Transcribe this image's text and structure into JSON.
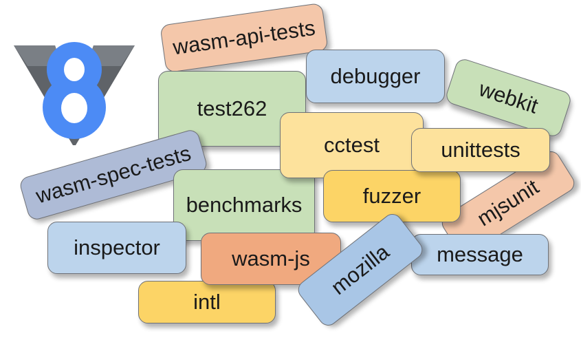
{
  "palette": {
    "salmon": "#f4c7aa",
    "peach": "#f0a97f",
    "blue": "#bcd4ec",
    "mid_blue": "#a9c6e6",
    "slate": "#aebbd6",
    "green": "#c8e0b8",
    "yellow": "#fde29c",
    "gold": "#fcd466",
    "logo_blue": "#4c8bf5",
    "logo_grey": "#5f6368"
  },
  "logo": {
    "icon": "v8-logo-icon"
  },
  "tags": [
    {
      "id": "wasm-api-tests",
      "label": "wasm-api-tests",
      "color": "#f4c7aa"
    },
    {
      "id": "debugger",
      "label": "debugger",
      "color": "#bcd4ec"
    },
    {
      "id": "webkit",
      "label": "webkit",
      "color": "#c8e0b8"
    },
    {
      "id": "test262",
      "label": "test262",
      "color": "#c8e0b8"
    },
    {
      "id": "cctest",
      "label": "cctest",
      "color": "#fde29c"
    },
    {
      "id": "unittests",
      "label": "unittests",
      "color": "#fde29c"
    },
    {
      "id": "wasm-spec-tests",
      "label": "wasm-spec-tests",
      "color": "#aebbd6"
    },
    {
      "id": "benchmarks",
      "label": "benchmarks",
      "color": "#c8e0b8"
    },
    {
      "id": "fuzzer",
      "label": "fuzzer",
      "color": "#fcd466"
    },
    {
      "id": "mjsunit",
      "label": "mjsunit",
      "color": "#f4c7aa"
    },
    {
      "id": "inspector",
      "label": "inspector",
      "color": "#bcd4ec"
    },
    {
      "id": "wasm-js",
      "label": "wasm-js",
      "color": "#f0a97f"
    },
    {
      "id": "message",
      "label": "message",
      "color": "#bcd4ec"
    },
    {
      "id": "mozilla",
      "label": "mozilla",
      "color": "#a9c6e6"
    },
    {
      "id": "intl",
      "label": "intl",
      "color": "#fcd466"
    }
  ]
}
